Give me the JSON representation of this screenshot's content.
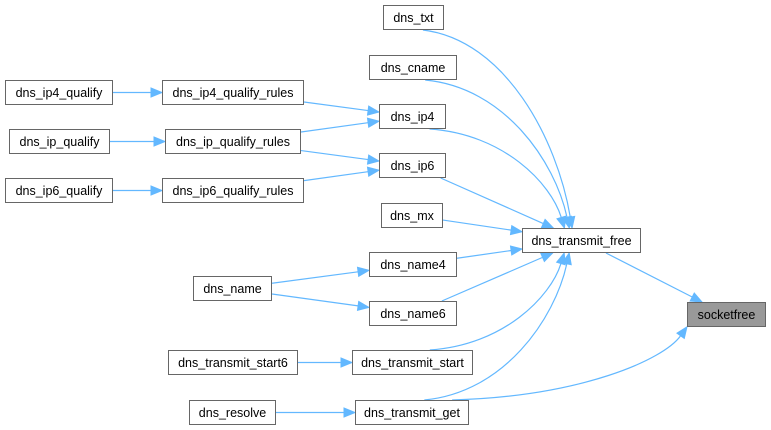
{
  "colors": {
    "edge": "#63b8ff",
    "node_border": "#666666",
    "node_fill": "#ffffff",
    "current_node_fill": "#999999"
  },
  "nodes": {
    "socketfree": "socketfree",
    "dns_transmit_free": "dns_transmit_free",
    "dns_txt": "dns_txt",
    "dns_cname": "dns_cname",
    "dns_ip4": "dns_ip4",
    "dns_ip6": "dns_ip6",
    "dns_mx": "dns_mx",
    "dns_name4": "dns_name4",
    "dns_name6": "dns_name6",
    "dns_transmit_start": "dns_transmit_start",
    "dns_transmit_get": "dns_transmit_get",
    "dns_ip4_qualify_rules": "dns_ip4_qualify_rules",
    "dns_ip_qualify_rules": "dns_ip_qualify_rules",
    "dns_ip6_qualify_rules": "dns_ip6_qualify_rules",
    "dns_ip4_qualify": "dns_ip4_qualify",
    "dns_ip_qualify": "dns_ip_qualify",
    "dns_ip6_qualify": "dns_ip6_qualify",
    "dns_name": "dns_name",
    "dns_transmit_start6": "dns_transmit_start6",
    "dns_resolve": "dns_resolve"
  },
  "edges": [
    [
      "dns_transmit_free",
      "socketfree"
    ],
    [
      "dns_transmit_get",
      "socketfree"
    ],
    [
      "dns_txt",
      "dns_transmit_free"
    ],
    [
      "dns_cname",
      "dns_transmit_free"
    ],
    [
      "dns_ip4",
      "dns_transmit_free"
    ],
    [
      "dns_ip6",
      "dns_transmit_free"
    ],
    [
      "dns_mx",
      "dns_transmit_free"
    ],
    [
      "dns_name4",
      "dns_transmit_free"
    ],
    [
      "dns_name6",
      "dns_transmit_free"
    ],
    [
      "dns_transmit_start",
      "dns_transmit_free"
    ],
    [
      "dns_transmit_get",
      "dns_transmit_free"
    ],
    [
      "dns_ip4_qualify_rules",
      "dns_ip4"
    ],
    [
      "dns_ip_qualify_rules",
      "dns_ip4"
    ],
    [
      "dns_ip_qualify_rules",
      "dns_ip6"
    ],
    [
      "dns_ip6_qualify_rules",
      "dns_ip6"
    ],
    [
      "dns_ip4_qualify",
      "dns_ip4_qualify_rules"
    ],
    [
      "dns_ip_qualify",
      "dns_ip_qualify_rules"
    ],
    [
      "dns_ip6_qualify",
      "dns_ip6_qualify_rules"
    ],
    [
      "dns_name",
      "dns_name4"
    ],
    [
      "dns_name",
      "dns_name6"
    ],
    [
      "dns_transmit_start6",
      "dns_transmit_start"
    ],
    [
      "dns_resolve",
      "dns_transmit_get"
    ]
  ]
}
